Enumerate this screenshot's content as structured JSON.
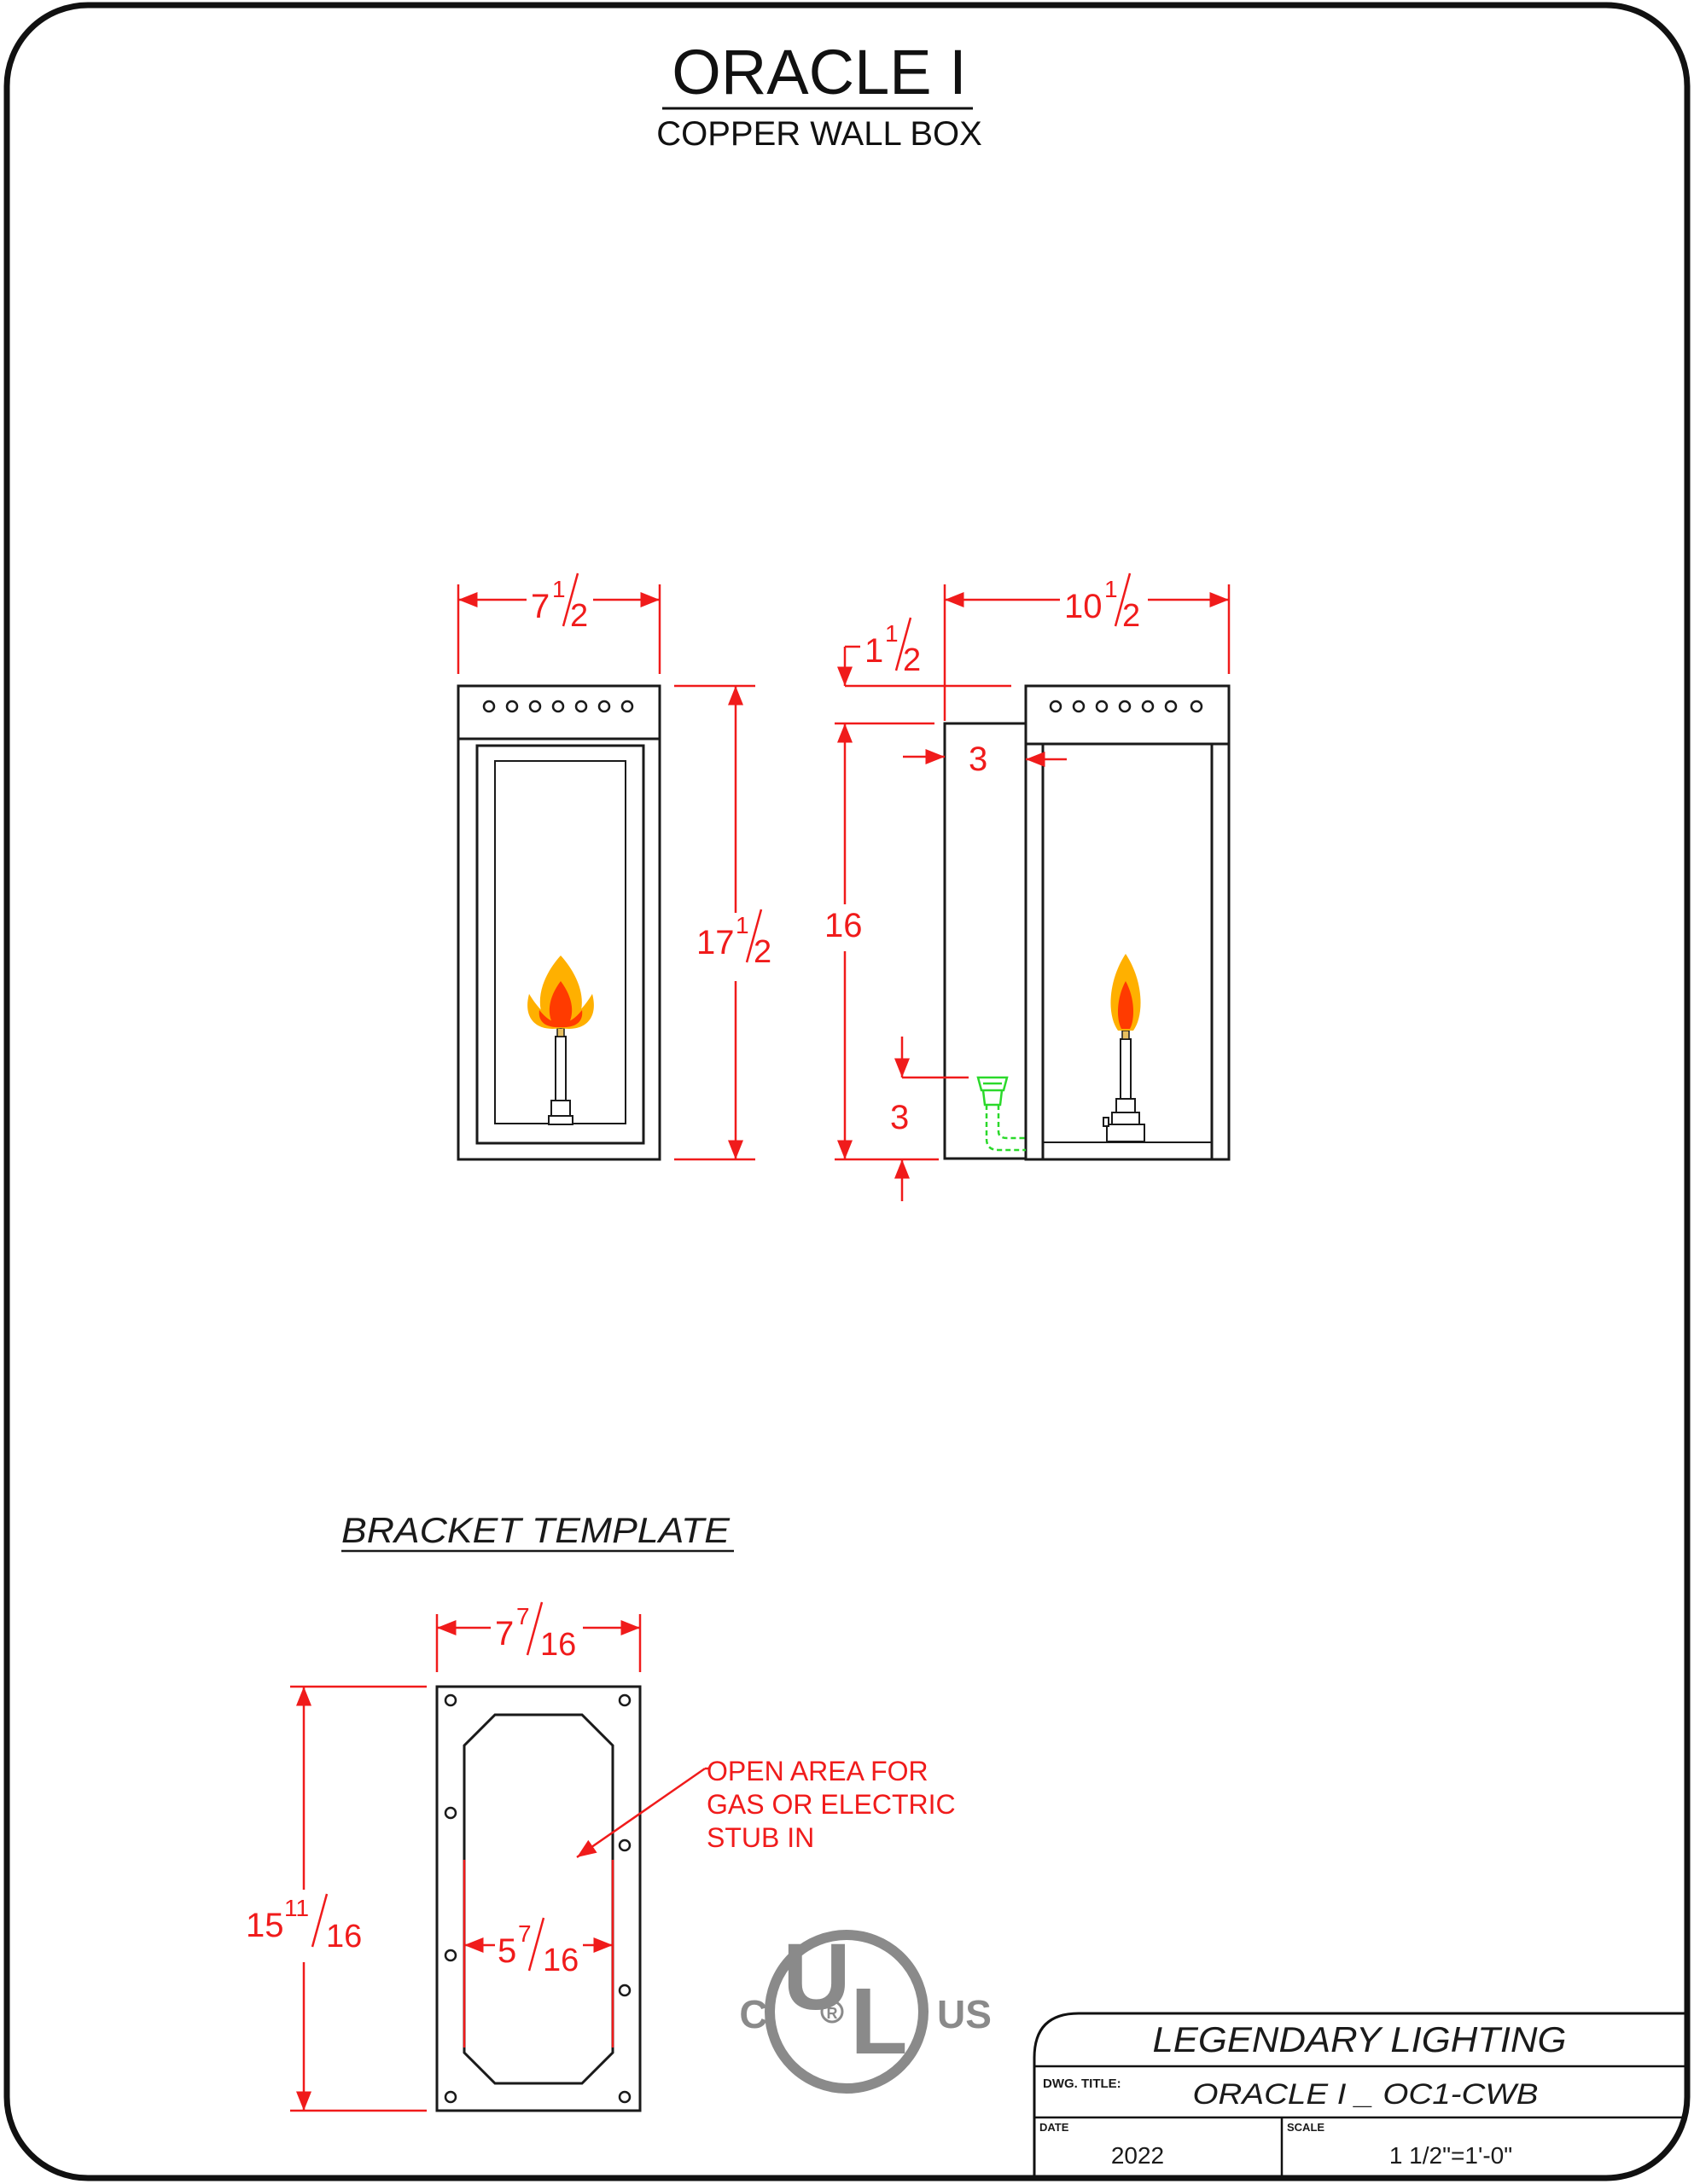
{
  "header": {
    "title": "ORACLE I",
    "subtitle": "COPPER WALL BOX"
  },
  "front_view": {
    "width_whole": "7",
    "width_num": "1",
    "width_den": "2",
    "height_whole": "17",
    "height_num": "1",
    "height_den": "2"
  },
  "side_view": {
    "depth_whole": "10",
    "depth_num": "1",
    "depth_den": "2",
    "top_whole": "1",
    "top_num": "1",
    "top_den": "2",
    "box_depth": "3",
    "box_height": "16",
    "stub_height": "3"
  },
  "bracket": {
    "title": "BRACKET TEMPLATE",
    "width_whole": "7",
    "width_num": "7",
    "width_den": "16",
    "height_whole": "15",
    "height_num": "11",
    "height_den": "16",
    "inner_whole": "5",
    "inner_num": "7",
    "inner_den": "16",
    "note": [
      "OPEN AREA FOR",
      "GAS OR ELECTRIC",
      "STUB IN"
    ]
  },
  "ul_mark": {
    "u": "U",
    "l": "L",
    "left": "C",
    "right": "US",
    "reg": "R"
  },
  "title_block": {
    "company": "LEGENDARY LIGHTING",
    "dwg_title_label": "DWG. TITLE:",
    "dwg_title": "ORACLE I _ OC1-CWB",
    "date_label": "DATE",
    "date": "2022",
    "scale_label": "SCALE",
    "scale": "1 1/2\"=1'-0\""
  },
  "colors": {
    "dimension": "#f01b1b",
    "line": "#1a1a1a",
    "pipe": "#2bd92b",
    "flame_outer": "#ffb000",
    "flame_inner": "#ff3b00",
    "ul": "#8a8a8a"
  }
}
